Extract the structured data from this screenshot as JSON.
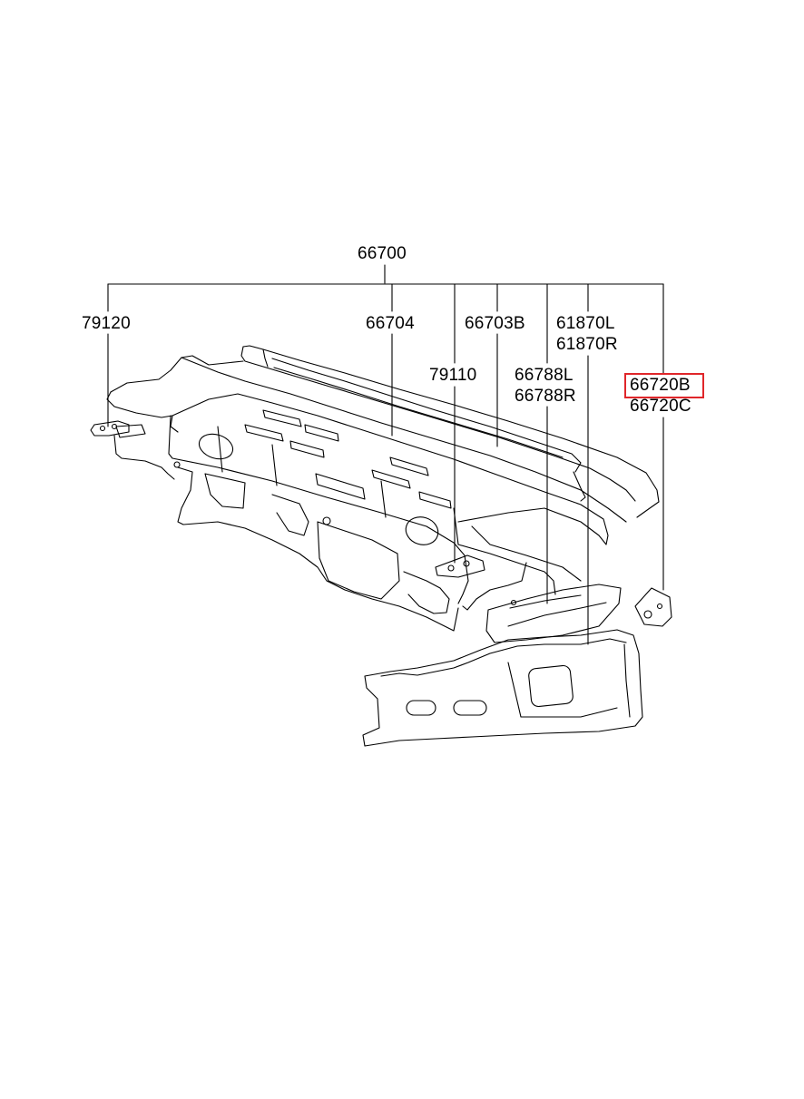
{
  "callouts": {
    "assembly": "66700",
    "p79120": "79120",
    "p66704": "66704",
    "p66703b": "66703B",
    "p61870l": "61870L",
    "p61870r": "61870R",
    "p79110": "79110",
    "p66788l": "66788L",
    "p66788r": "66788R",
    "p66720b": "66720B",
    "p66720c": "66720C"
  },
  "highlight": {
    "part": "66720B",
    "color": "#e0262a"
  }
}
